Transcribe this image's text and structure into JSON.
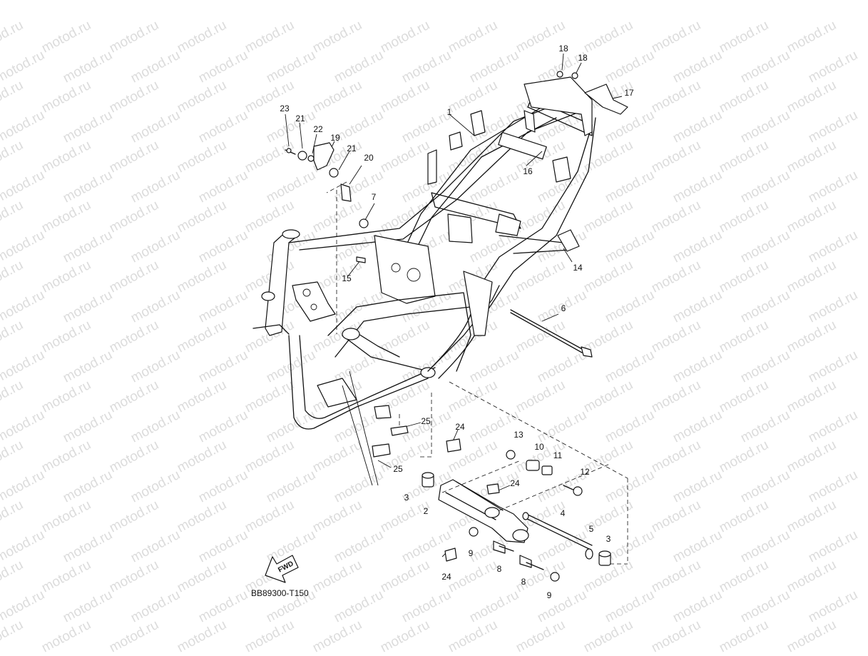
{
  "watermark": {
    "text": "motod.ru"
  },
  "diagram": {
    "code": "BB89300-T150",
    "fwd_label": "FWD",
    "callouts": [
      "1",
      "2",
      "3",
      "3",
      "4",
      "5",
      "6",
      "7",
      "8",
      "8",
      "9",
      "9",
      "10",
      "11",
      "12",
      "13",
      "14",
      "15",
      "16",
      "17",
      "18",
      "18",
      "19",
      "20",
      "21",
      "21",
      "22",
      "23",
      "24",
      "24",
      "24",
      "25",
      "25"
    ]
  }
}
